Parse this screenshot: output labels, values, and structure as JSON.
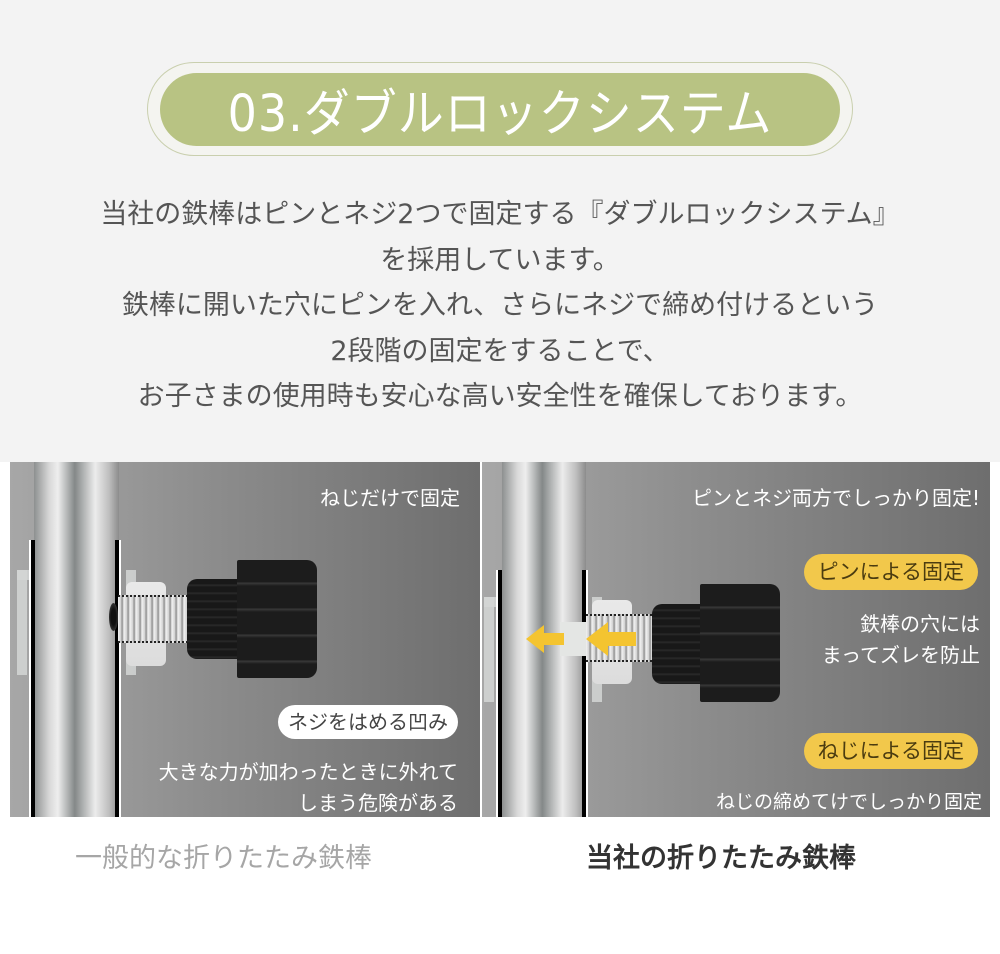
{
  "header": {
    "title": "03.ダブルロックシステム",
    "accent_color": "#b8c383"
  },
  "intro": {
    "lines": [
      "当社の鉄棒はピンとネジ2つで固定する『ダブルロックシステム』",
      "を採用しています。",
      "鉄棒に開いた穴にピンを入れ、さらにネジで締め付けるという",
      "2段階の固定をすることで、",
      "お子さまの使用時も安心な高い安全性を確保しております。"
    ]
  },
  "comparison": {
    "left": {
      "heading": "ねじだけで固定",
      "badge": "ネジをはめる凹み",
      "note_lines": [
        "大きな力が加わったときに外れて",
        "しまう危険がある"
      ],
      "caption": "一般的な折りたたみ鉄棒",
      "icons": [
        "pole-illustration",
        "screw-knob-illustration"
      ]
    },
    "right": {
      "heading": "ピンとネジ両方でしっかり固定!",
      "badge_pin": "ピンによる固定",
      "pin_note_lines": [
        "鉄棒の穴には",
        "まってズレを防止"
      ],
      "badge_screw": "ねじによる固定",
      "screw_note": "ねじの締めてけでしっかり固定",
      "caption": "当社の折りたたみ鉄棒",
      "highlight_color": "#f2c84b",
      "icons": [
        "pole-illustration",
        "screw-knob-illustration",
        "arrow-left-icon"
      ]
    }
  }
}
